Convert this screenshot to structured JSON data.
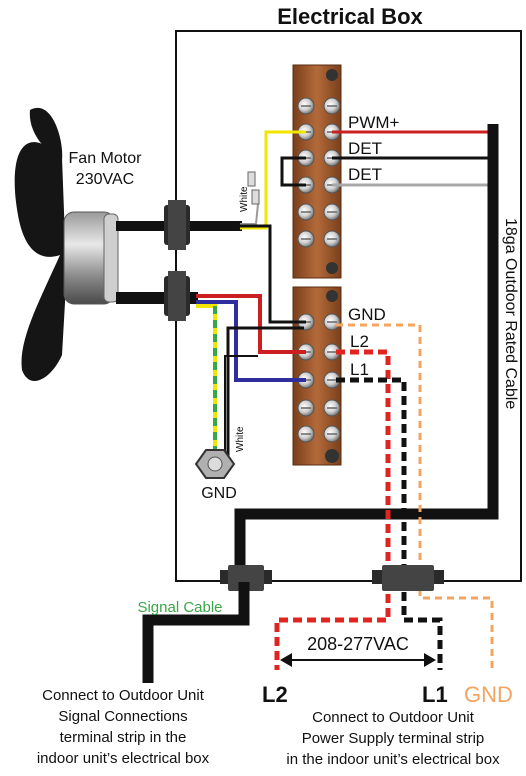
{
  "title": "Electrical Box",
  "fan_motor": {
    "line1": "Fan Motor",
    "line2": "230VAC"
  },
  "wire_labels": {
    "white_top": "White",
    "white_bottom": "White"
  },
  "terminals": {
    "pwm": "PWM+",
    "det1": "DET",
    "det2": "DET",
    "gnd": "GND",
    "l2": "L2",
    "l1": "L1"
  },
  "ground_lug": "GND",
  "cable_label": "18ga Outdoor Rated Cable",
  "signal_cable": "Signal Cable",
  "voltage": "208-277VAC",
  "bottom_terminals": {
    "l2": "L2",
    "l1": "L1",
    "gnd": "GND"
  },
  "note_signal": {
    "line1": "Connect to Outdoor Unit",
    "line2": "Signal Connections",
    "line3": "terminal strip in the",
    "line4": "indoor unit’s electrical box"
  },
  "note_power": {
    "line1": "Connect to Outdoor Unit",
    "line2": "Power Supply terminal strip",
    "line3": "in the indoor unit’s electrical box"
  },
  "colors": {
    "red": "#cc1f1f",
    "blue": "#2e2e9e",
    "yellow": "#f2e600",
    "green": "#3aa64a",
    "orange": "#f4a460",
    "gray": "#a8a8a8",
    "brown": "#9b5a2f",
    "signal_green": "#3aa64a"
  }
}
